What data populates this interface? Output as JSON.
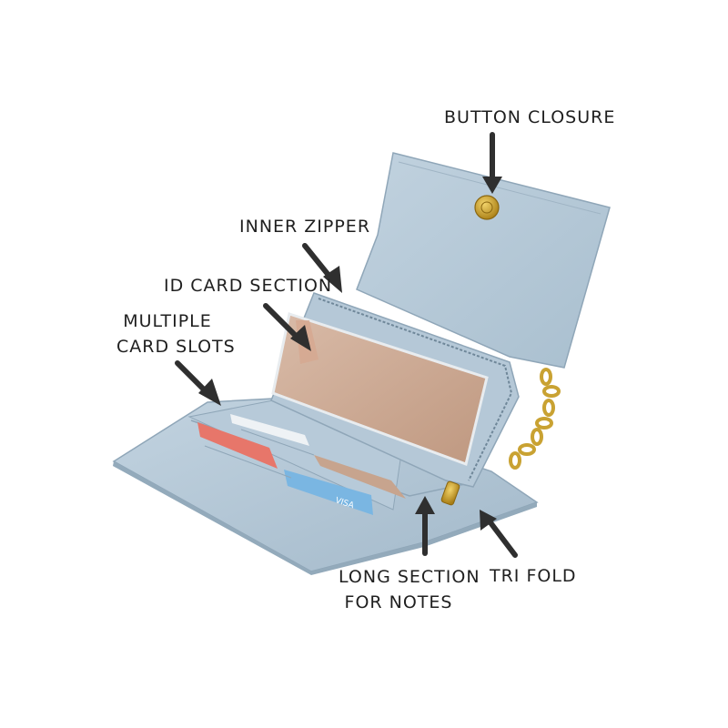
{
  "callouts": {
    "button_closure": "BUTTON CLOSURE",
    "inner_zipper": "INNER ZIPPER",
    "id_card_section": "ID CARD SECTION",
    "multiple_card_slots_line1": "MULTIPLE",
    "multiple_card_slots_line2": "CARD SLOTS",
    "long_section_line1": "LONG SECTION",
    "long_section_line2": "FOR NOTES",
    "tri_fold": "TRI FOLD"
  },
  "card_text": "VISA",
  "colors": {
    "wallet": "#b3c7d6",
    "wallet_shadow": "#8fa6b8",
    "gold": "#c9a232",
    "tan_window": "#c9a692",
    "arrow": "#2f2f2f"
  }
}
